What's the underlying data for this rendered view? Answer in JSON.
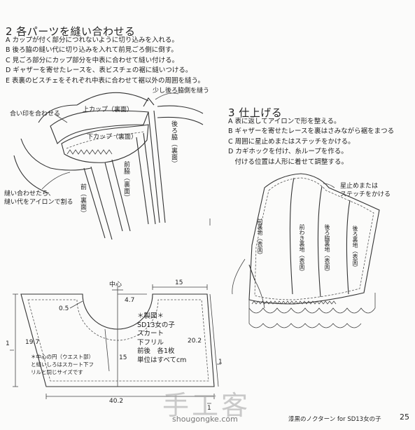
{
  "section2": {
    "title": "2 各パーツを縫い合わせる",
    "steps": [
      "A カップが付く部分につれないように切り込みを入れる。",
      "B 後ろ脇の縫い代に切り込みを入れて前見ごろ側に倒す。",
      "C 見ごろ部分にカップ部分を中表に合わせて縫い付ける。",
      "D ギャザーを寄せたレースを、表ビスチェの裾に縫いつける。",
      "E 表裏のビスチェをそれぞれ中表に合わせて裾以外の周囲を縫う。"
    ],
    "labels": {
      "seam_note": "少し後ろ脇側を縫う",
      "match_mark": "合い印を合わせる",
      "upper_cup": "上カップ（裏面）",
      "lower_cup": "下カップ（裏面）",
      "back_side": "後ろ脇（裏面）",
      "front_side": "前脇（裏面）",
      "front": "前（裏面）",
      "after_sewing": "縫い合わせたら、",
      "iron_note": "縫い代をアイロンで割る"
    }
  },
  "section3": {
    "title": "3 仕上げる",
    "steps": [
      "A 表に返してアイロンで形を整える。",
      "B ギャザーを寄せたレースを裏はさみながら裾をまつる",
      "C 周囲に星止めまたはステッチをかける。",
      "D カギホックを付け、糸ループを作る。",
      "　付ける位置は人形に着せて調整する。"
    ],
    "labels": {
      "stitch_line1": "星止めまたは",
      "stitch_line2": "ステッチをかける",
      "front_lining": "前裏地（表面）",
      "front_side_lining": "前わき裏地（表面）",
      "back_side_lining": "後ろ脇裏地（表面）",
      "back_lining": "後ろ裏地（表面）"
    }
  },
  "pattern": {
    "center_label": "中心",
    "dim_15_top": "15",
    "dim_4_7": "4.7",
    "dim_0_5": "0.5",
    "dim_19_7": "19.7",
    "dim_20_2": "20.2",
    "dim_15_mid": "15",
    "dim_40_2": "40.2",
    "dim_1_left": "1",
    "dim_1_right": "1",
    "dim_1_bottom": "1",
    "info": [
      "＊製図＊",
      "SD13女の子",
      "スカート",
      "下フリル",
      "前後　各1枚",
      "単位はすべてcm"
    ],
    "note": [
      "＊中心の円（ウエスト部）",
      "と縫いしろはスカート下フ",
      "リルと同じサイズです"
    ]
  },
  "footer": {
    "watermark": "手工客",
    "watermark_url": "shougongke.com",
    "book_title": "漆黒のノクターン for SD13女の子",
    "page_number": "25"
  }
}
